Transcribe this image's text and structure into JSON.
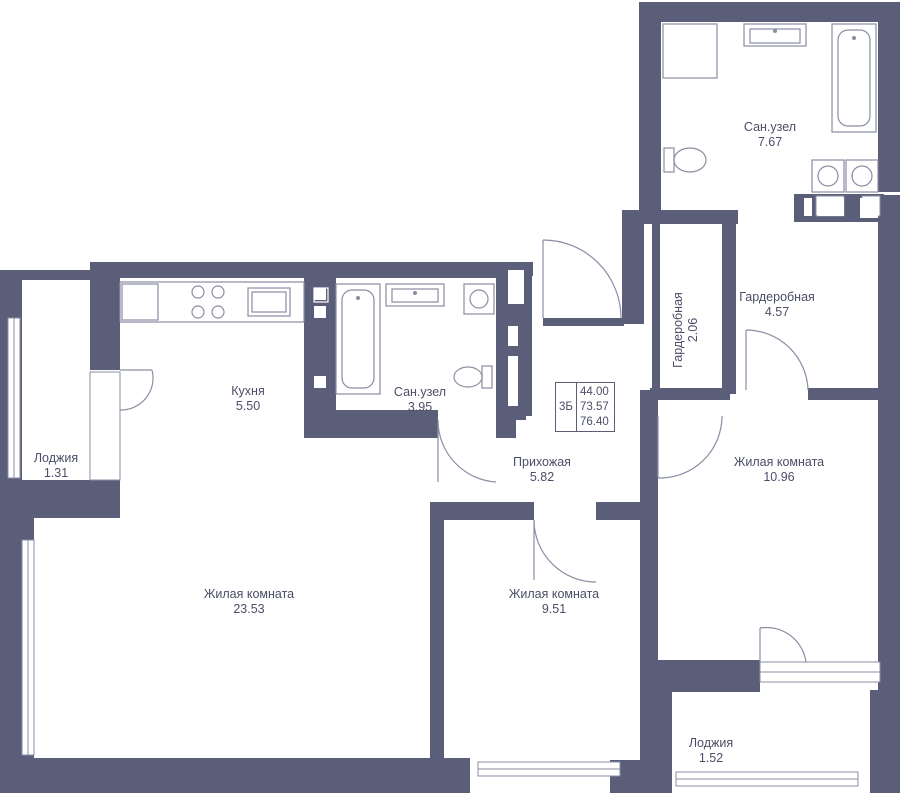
{
  "rooms": {
    "loggia_left": {
      "name": "Лоджия",
      "area": "1.31"
    },
    "kitchen": {
      "name": "Кухня",
      "area": "5.50"
    },
    "bath_small": {
      "name": "Сан.узел",
      "area": "3.95"
    },
    "bath_large": {
      "name": "Сан.узел",
      "area": "7.67"
    },
    "wardrobe_small": {
      "name": "Гардеробная",
      "area": "2.06"
    },
    "wardrobe": {
      "name": "Гардеробная",
      "area": "4.57"
    },
    "hall": {
      "name": "Прихожая",
      "area": "5.82"
    },
    "living_large": {
      "name": "Жилая комната",
      "area": "23.53"
    },
    "living_mid": {
      "name": "Жилая комната",
      "area": "9.51"
    },
    "living_right": {
      "name": "Жилая комната",
      "area": "10.96"
    },
    "loggia_bottom": {
      "name": "Лоджия",
      "area": "1.52"
    }
  },
  "summary": {
    "code": "3Б",
    "areas": [
      "44.00",
      "73.57",
      "76.40"
    ]
  },
  "colors": {
    "wall": "#5b5e78",
    "fixture_stroke": "#8a8da3",
    "text": "#4b4e67",
    "background": "#ffffff"
  }
}
